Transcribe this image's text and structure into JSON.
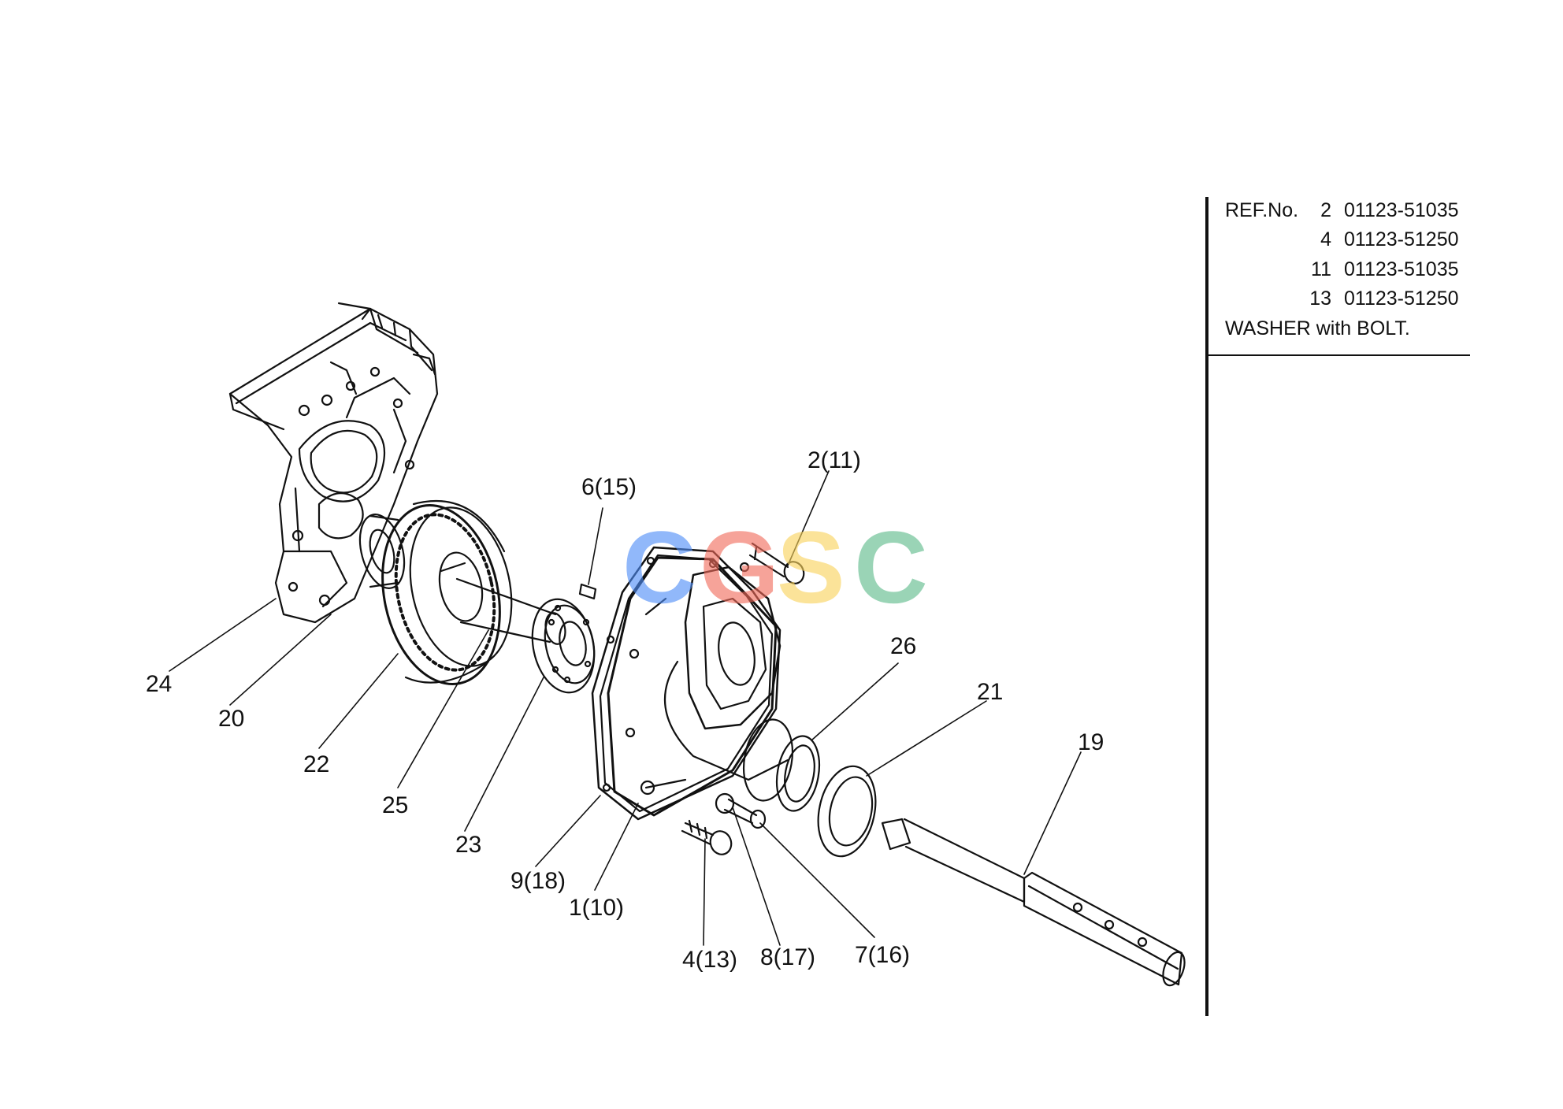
{
  "reference_table": {
    "title": "REF.No.",
    "rows": [
      {
        "ref": "2",
        "part": "01123-51035"
      },
      {
        "ref": "4",
        "part": "01123-51250"
      },
      {
        "ref": "11",
        "part": "01123-51035"
      },
      {
        "ref": "13",
        "part": "01123-51250"
      }
    ],
    "note": "WASHER with BOLT."
  },
  "callouts": {
    "c24": "24",
    "c20": "20",
    "c22": "22",
    "c25": "25",
    "c23": "23",
    "c9_18": "9(18)",
    "c1_10": "1(10)",
    "c4_13": "4(13)",
    "c8_17": "8(17)",
    "c7_16": "7(16)",
    "c6_15": "6(15)",
    "c2_11": "2(11)",
    "c26": "26",
    "c21": "21",
    "c19": "19"
  },
  "watermark": {
    "letters": [
      "C",
      "G",
      "S",
      "C"
    ],
    "colors": [
      "#4f8ef7",
      "#f26b5b",
      "#f9d35c",
      "#5dbb8a"
    ]
  }
}
